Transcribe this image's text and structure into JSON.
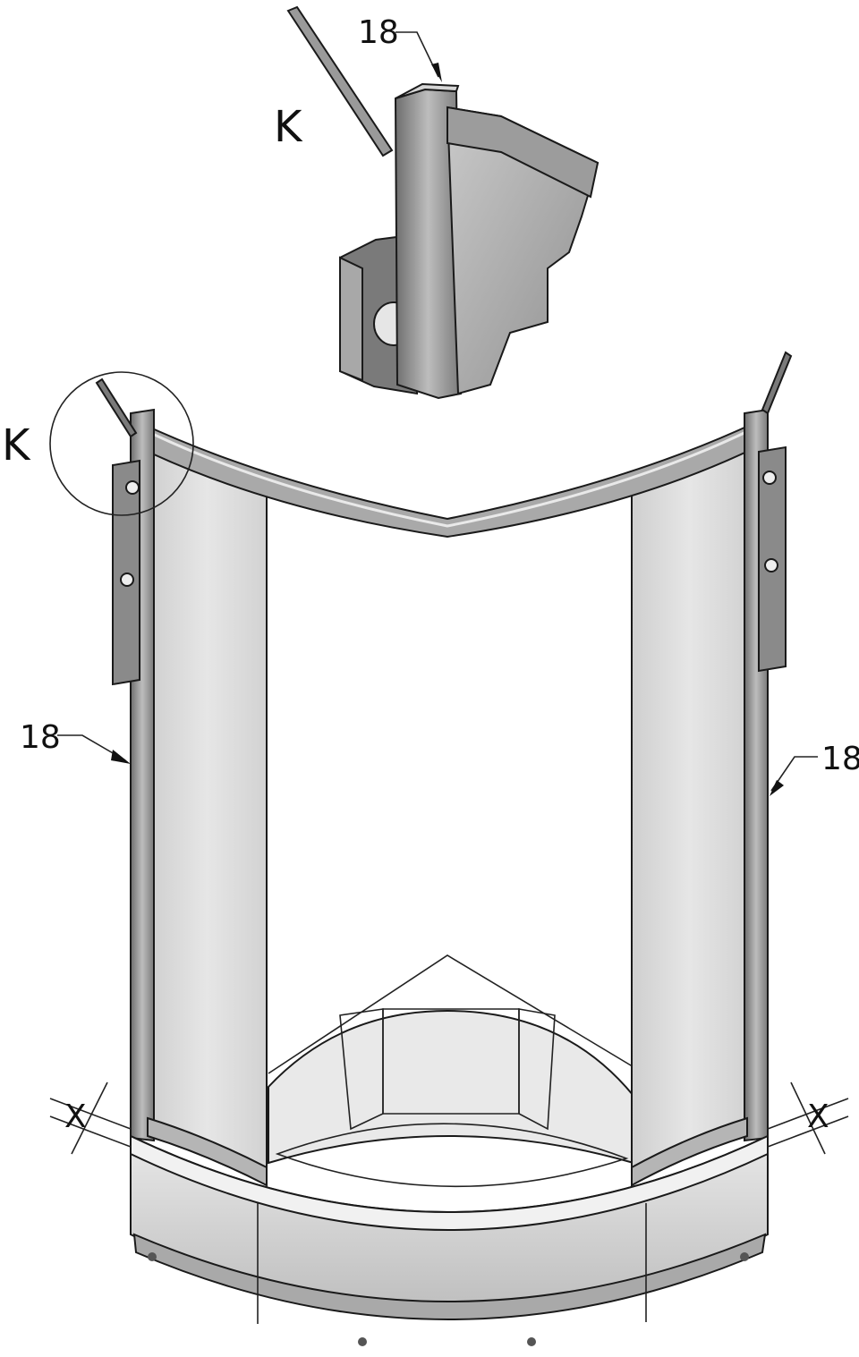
{
  "labels": {
    "detail_letter_top": "K",
    "detail_letter_side": "K",
    "profile_top": "18",
    "profile_left": "18",
    "profile_right": "18",
    "gap_left": "X",
    "gap_right": "X"
  },
  "colors": {
    "line": "#1a1a1a",
    "panel": "#d9d9d9",
    "profile": "#8c8c8c",
    "profile_light": "#c8c8c8",
    "tray": "#dcdcdc",
    "tray_dark": "#b4b4b4"
  }
}
